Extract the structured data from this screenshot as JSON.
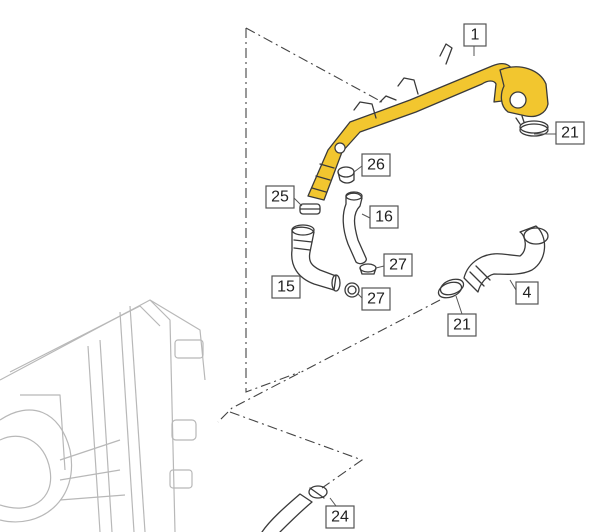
{
  "diagram": {
    "highlight_color": "#f2c62f",
    "callouts": [
      {
        "id": "c1",
        "label": "1"
      },
      {
        "id": "c21a",
        "label": "21"
      },
      {
        "id": "c26",
        "label": "26"
      },
      {
        "id": "c25",
        "label": "25"
      },
      {
        "id": "c16",
        "label": "16"
      },
      {
        "id": "c27a",
        "label": "27"
      },
      {
        "id": "c15",
        "label": "15"
      },
      {
        "id": "c27b",
        "label": "27"
      },
      {
        "id": "c4",
        "label": "4"
      },
      {
        "id": "c21b",
        "label": "21"
      },
      {
        "id": "c24",
        "label": "24"
      }
    ]
  }
}
